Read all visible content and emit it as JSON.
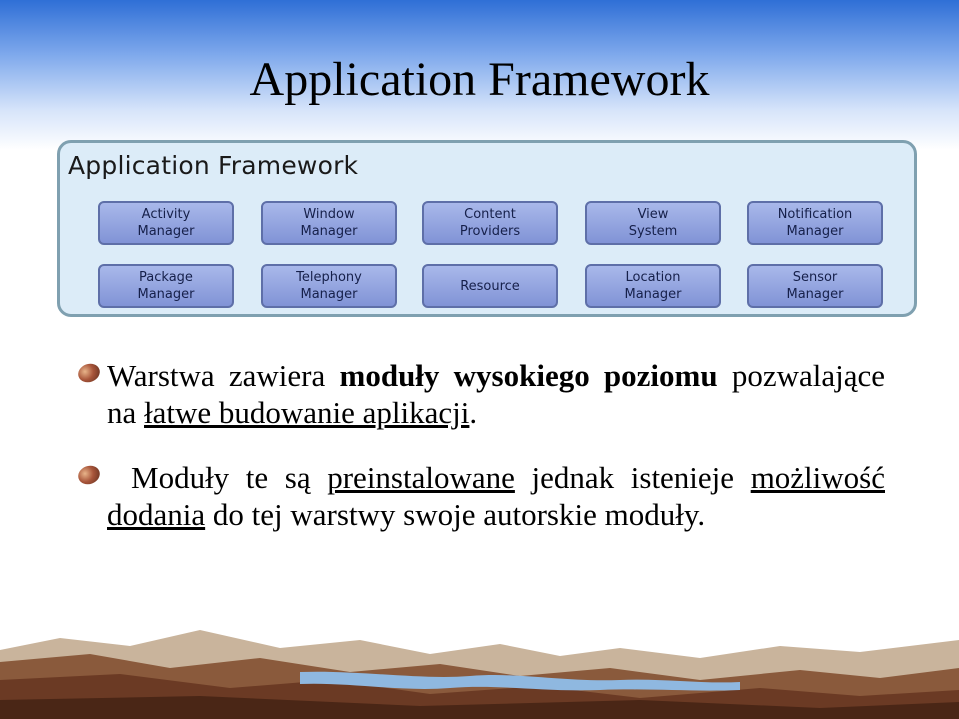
{
  "slide": {
    "title": "Application Framework"
  },
  "diagram": {
    "panel_title": "Application Framework",
    "modules_row1": [
      "Activity\nManager",
      "Window\nManager",
      "Content\nProviders",
      "View\nSystem",
      "Notification\nManager"
    ],
    "modules_row2": [
      "Package\nManager",
      "Telephony\nManager",
      "Resource",
      "Location\nManager",
      "Sensor\nManager"
    ]
  },
  "bullets": {
    "b1": {
      "t1": "Warstwa zawiera ",
      "t2": "moduły wysokiego poziomu",
      "t3": " pozwalające na ",
      "t4": "łatwe budowanie aplikacji",
      "t5": "."
    },
    "b2": {
      "t1": "Moduły te są ",
      "t2": "preinstalowane",
      "t3": " jednak istenieje ",
      "t4": "możliwość",
      "t5": " ",
      "t6": "dodania",
      "t7": " do tej warstwy swoje autorskie moduły."
    }
  },
  "colors": {
    "panel_bg": "#dcecf8",
    "module_fill": "#8193d6",
    "title_gradient_top": "#2f6fd6"
  }
}
